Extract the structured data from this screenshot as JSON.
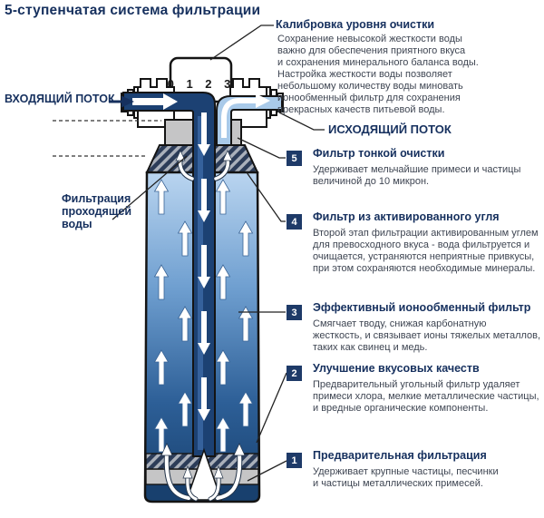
{
  "title": "5-ступенчатая система фильтрации",
  "labels": {
    "incoming": "ВХОДЯЩИЙ ПОТОК",
    "outgoing": "ИСХОДЯЩИЙ ПОТОК",
    "side": "Фильтрация\nпроходящей\nводы",
    "dial": "0 1 2 3"
  },
  "calibration": {
    "heading": "Калибровка уровня очистки",
    "body": "Сохранение невысокой жесткости воды\nважно для обеспечения приятного вкуса\nи сохранения минерального баланса воды.\nНастройка жесткости воды позволяет\nнебольшому количеству воды миновать\nионообменный фильтр для сохранения\nпрекрасных качеств питьевой воды."
  },
  "stages": [
    {
      "num": "5",
      "heading": "Фильтр тонкой очистки",
      "body": "Удерживает мельчайшие примеси и частицы\nвеличиной до 10 микрон."
    },
    {
      "num": "4",
      "heading": "Фильтр из активированного угля",
      "body": "Второй этап фильтрации активированным углем\nдля превосходного вкуса - вода фильтруется и\nочищается, устраняются неприятные привкусы,\nпри этом сохраняются необходимые минералы."
    },
    {
      "num": "3",
      "heading": "Эффективный ионообменный фильтр",
      "body": "Смягчает тводу, снижая карбонатную\nжесткость, и связывает ионы тяжелых металлов,\nтаких как свинец и медь."
    },
    {
      "num": "2",
      "heading": "Улучшение вкусовых качеств",
      "body": "Предварительный угольный фильтр удаляет\nпримеси хлора, мелкие металлические частицы,\nи вредные органические компоненты."
    },
    {
      "num": "1",
      "heading": "Предварительная фильтрация",
      "body": "Удерживает крупные частицы, песчинки\nи частицы металлических примесей."
    }
  ],
  "colors": {
    "heading_navy": "#16305e",
    "body_text": "#3e4552",
    "badge_bg": "#1e3a68",
    "pipe_navy": "#1c4173",
    "outlet_blue": "#a9cae9",
    "gray_band": "#c5c5c6"
  }
}
